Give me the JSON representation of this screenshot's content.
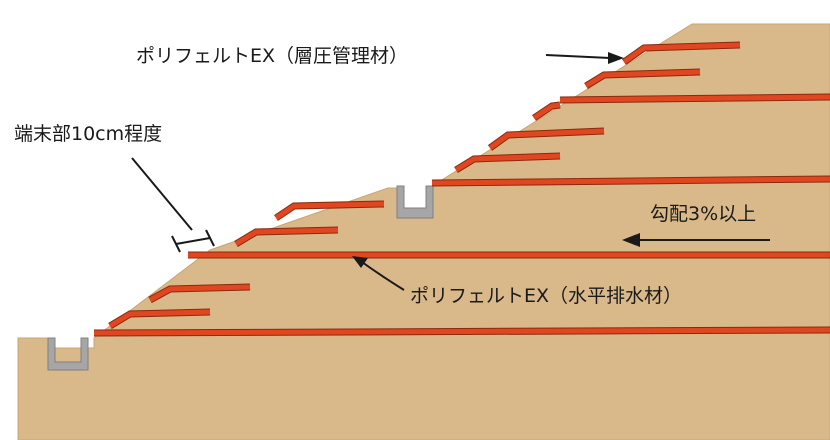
{
  "labels": {
    "reinforcement": "ポリフェルトEX（層圧管理材）",
    "end_length": "端末部10cm程度",
    "gradient": "勾配3%以上",
    "drainage": "ポリフェルトEX（水平排水材）"
  },
  "colors": {
    "soil": "#d9b98a",
    "soil_edge": "#c9a574",
    "felt": "#e0461f",
    "felt_edge": "#8a2a0e",
    "ditch": "#a6a6a6",
    "ink": "#1a1a1a"
  }
}
